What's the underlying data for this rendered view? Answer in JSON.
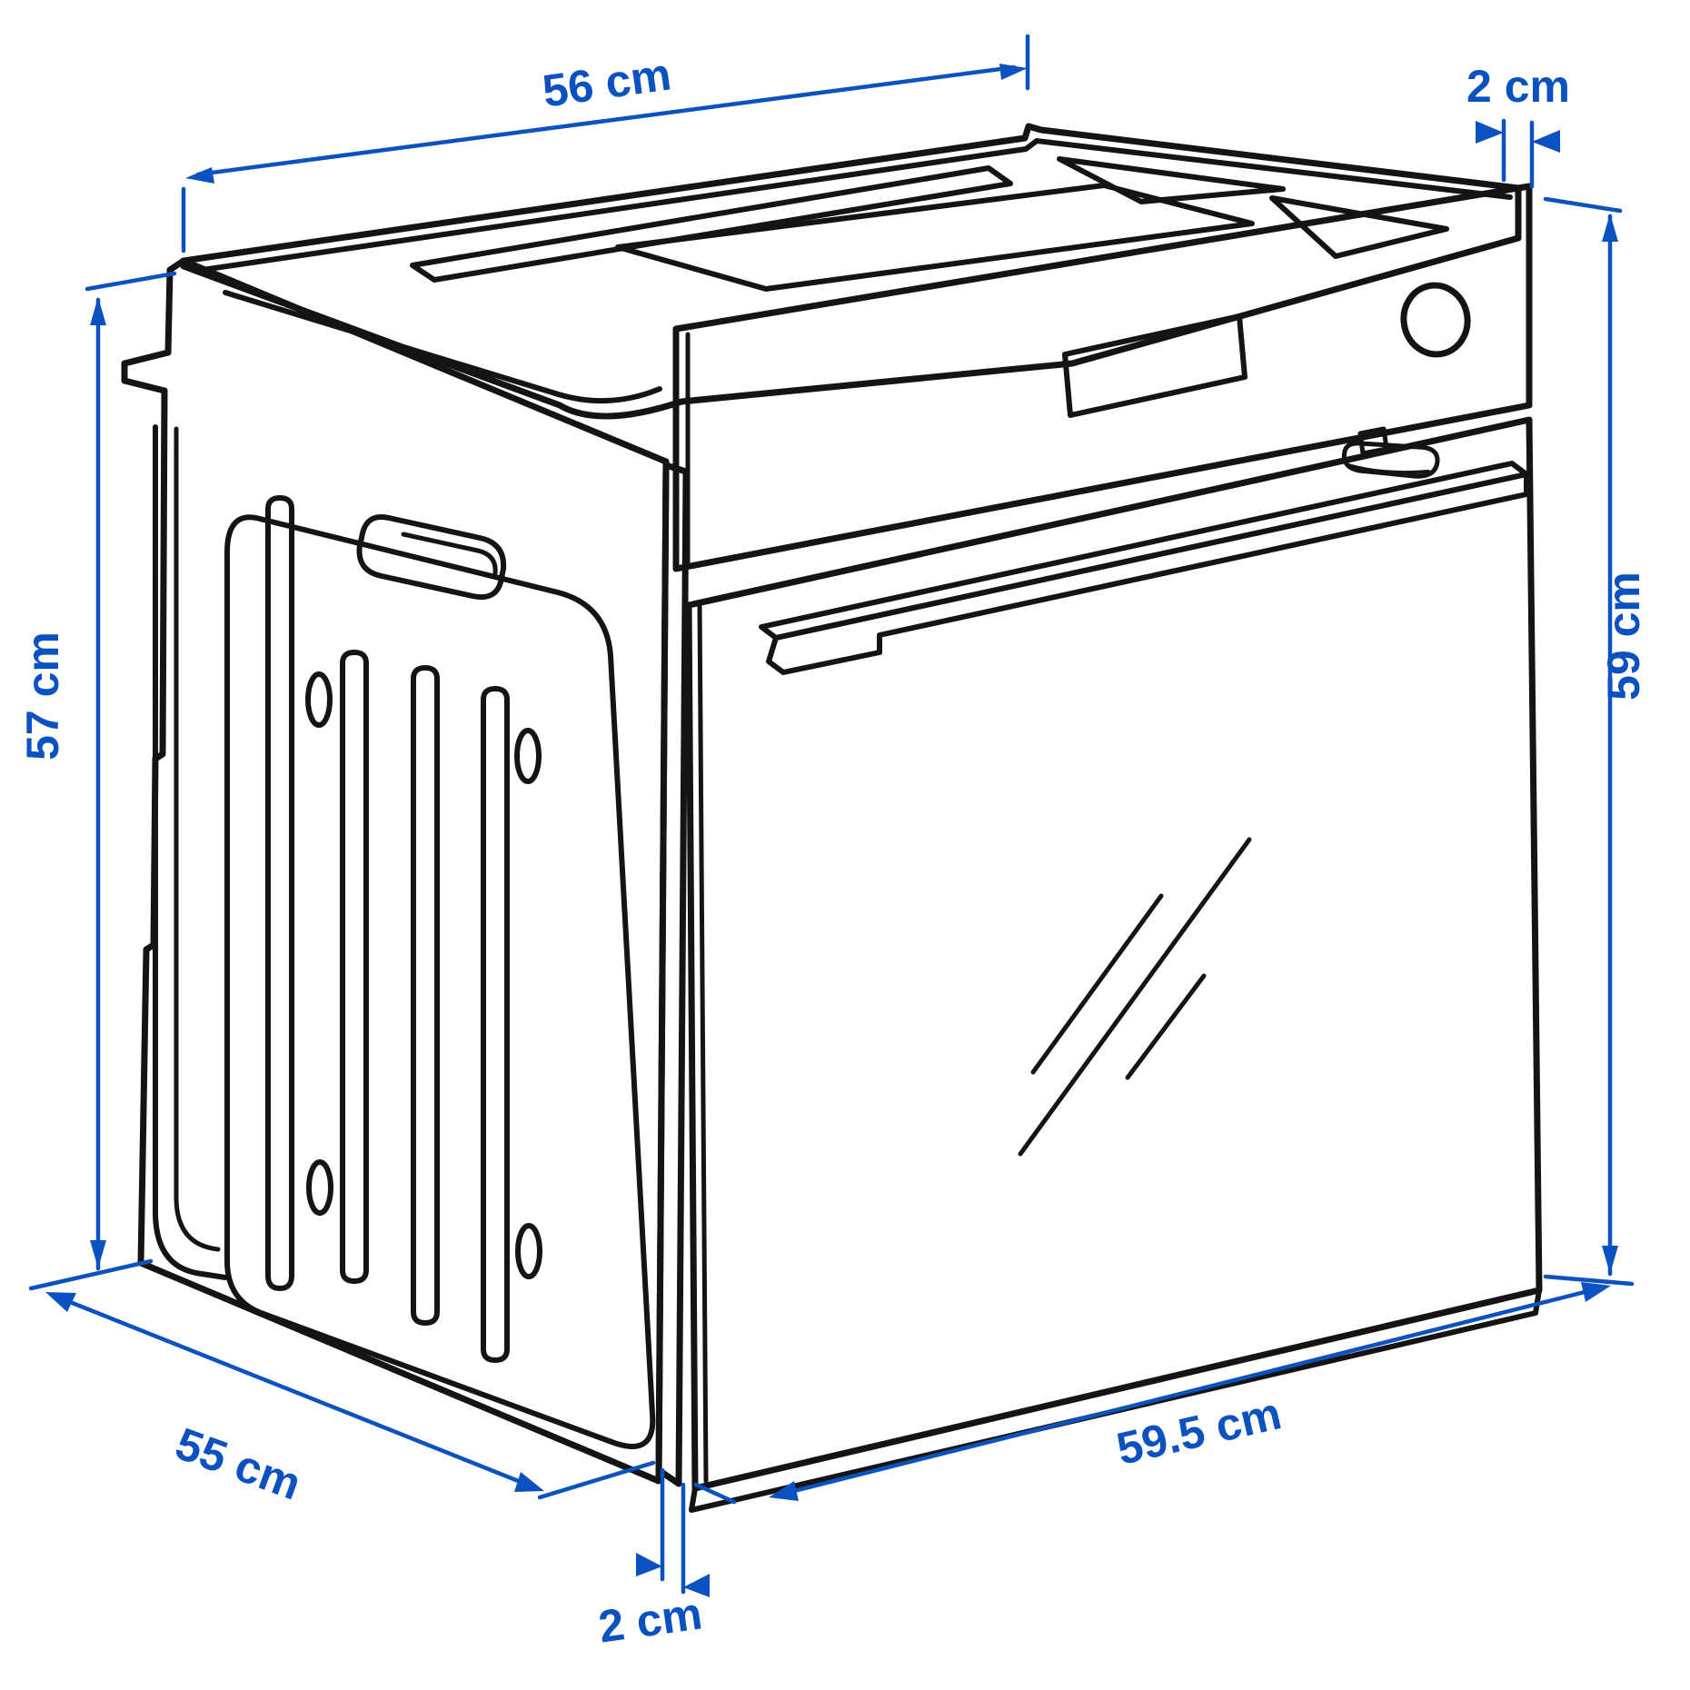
{
  "page": {
    "type": "product dimension diagram",
    "subject": "built-in oven line illustration",
    "background_color": "#ffffff"
  },
  "colors": {
    "line_art": "#141414",
    "dimension_accent": "#0b52c0"
  },
  "dimensions": {
    "top_width": {
      "value": "56",
      "unit": "cm",
      "label": "56 cm"
    },
    "top_overhang": {
      "value": "2",
      "unit": "cm",
      "label": "2 cm"
    },
    "side_height": {
      "value": "57",
      "unit": "cm",
      "label": "57 cm"
    },
    "front_height": {
      "value": "59",
      "unit": "cm",
      "label": "59 cm"
    },
    "depth": {
      "value": "55",
      "unit": "cm",
      "label": "55 cm"
    },
    "front_width": {
      "value": "59.5",
      "unit": "cm",
      "label": "59.5 cm"
    },
    "bottom_overhang": {
      "value": "2",
      "unit": "cm",
      "label": "2 cm"
    }
  }
}
